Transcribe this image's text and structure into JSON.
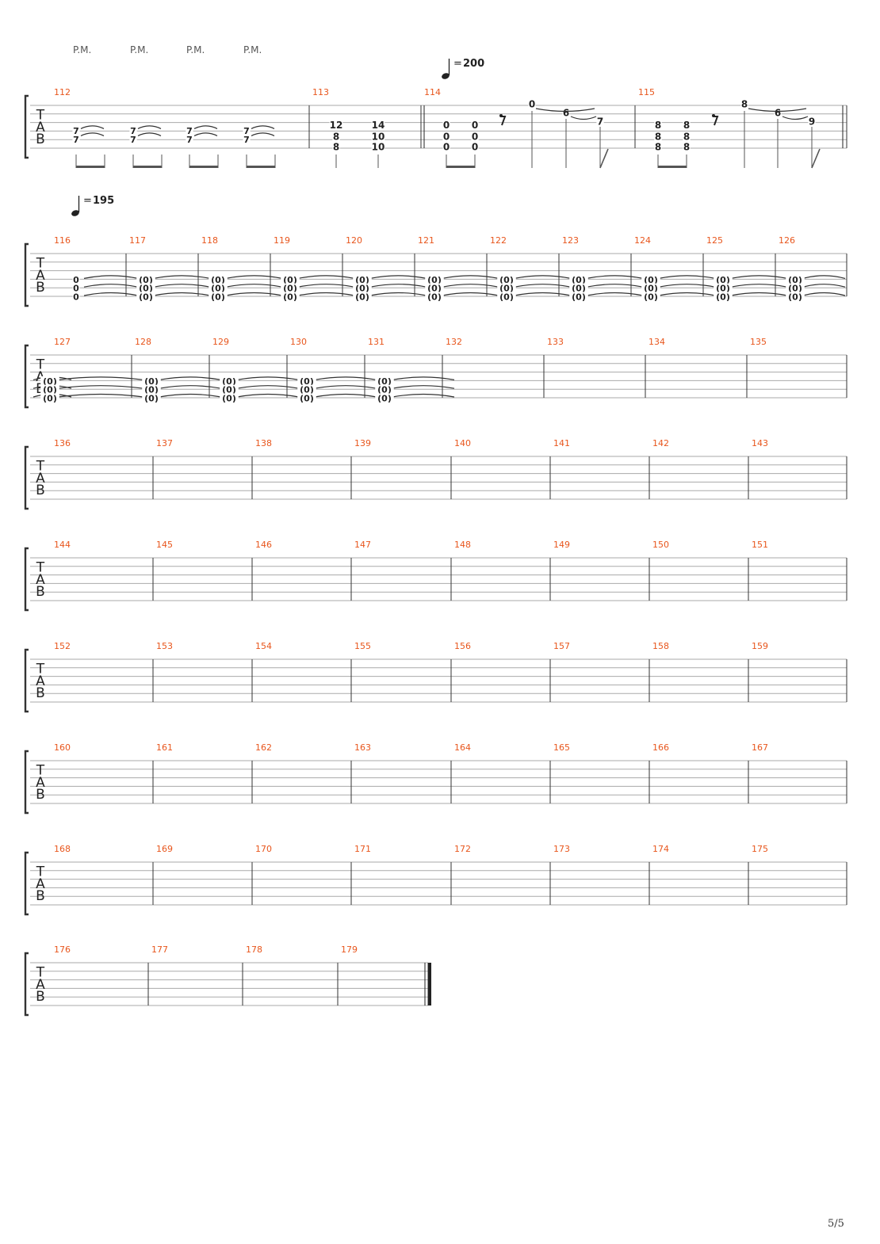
{
  "page": {
    "number": "5/5"
  },
  "palm_mute_label": "P.M.",
  "tab_clef": [
    "T",
    "A",
    "B"
  ],
  "colors": {
    "measure_number": "#e8561d",
    "staff_line": "#aaaaaa",
    "note": "#222222"
  },
  "tempo_marks": [
    {
      "value": "200",
      "at_measure": "114"
    },
    {
      "value": "195",
      "at_measure": "116"
    }
  ],
  "systems": [
    {
      "measures": [
        {
          "number": "112",
          "palm_mute_count": 4,
          "chords": [
            {
              "string3": "7",
              "string4": "7",
              "tied": true
            },
            {
              "string3": "7",
              "string4": "7",
              "tied": true
            },
            {
              "string3": "7",
              "string4": "7",
              "tied": true
            },
            {
              "string3": "7",
              "string4": "7",
              "tied": true
            }
          ]
        },
        {
          "number": "113",
          "chords": [
            {
              "string3": "12",
              "string4": "8",
              "string5": "8"
            },
            {
              "string3": "14",
              "string4": "10",
              "string5": "10"
            }
          ]
        },
        {
          "number": "114",
          "repeat_start": true,
          "chords": [
            {
              "string4": "0",
              "string5": "0",
              "string6": "0"
            },
            {
              "string4": "0",
              "string5": "0",
              "string6": "0"
            }
          ],
          "rest": "eighth",
          "slurred_notes": [
            {
              "string2": "0"
            },
            {
              "string3": "6"
            },
            {
              "string4": "7"
            }
          ]
        },
        {
          "number": "115",
          "chords": [
            {
              "string4": "8",
              "string5": "8",
              "string6": "8"
            },
            {
              "string4": "8",
              "string5": "8",
              "string6": "8"
            }
          ],
          "rest": "eighth",
          "slurred_notes": [
            {
              "string2": "8"
            },
            {
              "string3": "6"
            },
            {
              "string4": "9"
            }
          ]
        }
      ]
    },
    {
      "measures": [
        {
          "number": "116",
          "first": "0"
        },
        {
          "number": "117",
          "tied": "(0)"
        },
        {
          "number": "118",
          "tied": "(0)"
        },
        {
          "number": "119",
          "tied": "(0)"
        },
        {
          "number": "120",
          "tied": "(0)"
        },
        {
          "number": "121",
          "tied": "(0)"
        },
        {
          "number": "122",
          "tied": "(0)"
        },
        {
          "number": "123",
          "tied": "(0)"
        },
        {
          "number": "124",
          "tied": "(0)"
        },
        {
          "number": "125",
          "tied": "(0)"
        },
        {
          "number": "126",
          "tied": "(0)"
        }
      ]
    },
    {
      "measures": [
        {
          "number": "127",
          "tied": "(0)"
        },
        {
          "number": "128",
          "tied": "(0)"
        },
        {
          "number": "129",
          "tied": "(0)"
        },
        {
          "number": "130",
          "tied": "(0)"
        },
        {
          "number": "131",
          "tied": "(0)"
        },
        {
          "number": "132"
        },
        {
          "number": "133"
        },
        {
          "number": "134"
        },
        {
          "number": "135"
        }
      ]
    },
    {
      "measures": [
        {
          "number": "136"
        },
        {
          "number": "137"
        },
        {
          "number": "138"
        },
        {
          "number": "139"
        },
        {
          "number": "140"
        },
        {
          "number": "141"
        },
        {
          "number": "142"
        },
        {
          "number": "143"
        }
      ]
    },
    {
      "measures": [
        {
          "number": "144"
        },
        {
          "number": "145"
        },
        {
          "number": "146"
        },
        {
          "number": "147"
        },
        {
          "number": "148"
        },
        {
          "number": "149"
        },
        {
          "number": "150"
        },
        {
          "number": "151"
        }
      ]
    },
    {
      "measures": [
        {
          "number": "152"
        },
        {
          "number": "153"
        },
        {
          "number": "154"
        },
        {
          "number": "155"
        },
        {
          "number": "156"
        },
        {
          "number": "157"
        },
        {
          "number": "158"
        },
        {
          "number": "159"
        }
      ]
    },
    {
      "measures": [
        {
          "number": "160"
        },
        {
          "number": "161"
        },
        {
          "number": "162"
        },
        {
          "number": "163"
        },
        {
          "number": "164"
        },
        {
          "number": "165"
        },
        {
          "number": "166"
        },
        {
          "number": "167"
        }
      ]
    },
    {
      "measures": [
        {
          "number": "168"
        },
        {
          "number": "169"
        },
        {
          "number": "170"
        },
        {
          "number": "171"
        },
        {
          "number": "172"
        },
        {
          "number": "173"
        },
        {
          "number": "174"
        },
        {
          "number": "175"
        }
      ]
    },
    {
      "measures": [
        {
          "number": "176"
        },
        {
          "number": "177"
        },
        {
          "number": "178"
        },
        {
          "number": "179"
        }
      ],
      "final_barline": true
    }
  ]
}
